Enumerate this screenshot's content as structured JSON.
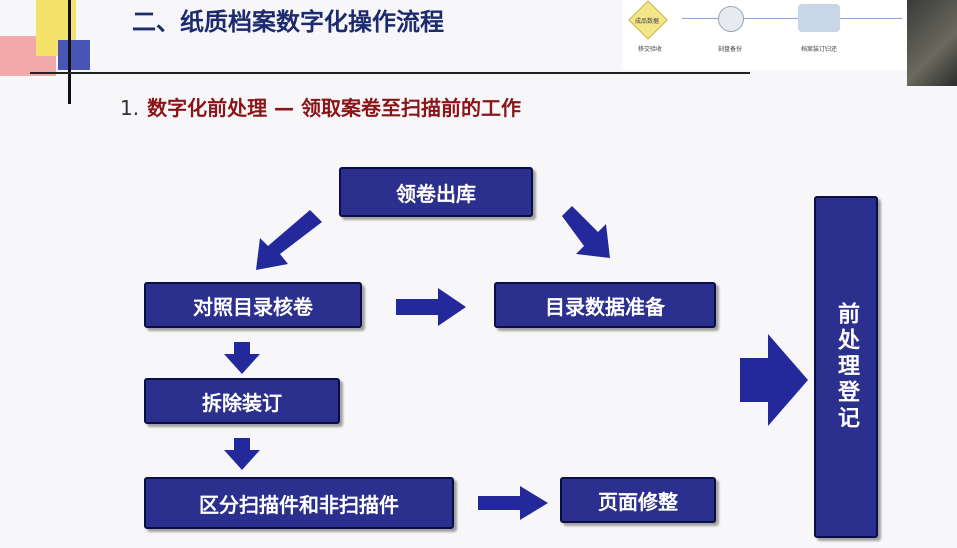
{
  "header": {
    "title": "二、纸质档案数字化操作流程"
  },
  "section": {
    "number": "1.",
    "title": "数字化前处理 — 领取案卷至扫描前的工作"
  },
  "thumbnail_strip": {
    "labels": [
      "成品数据",
      "移交验收",
      "刻盘备份",
      "档案装订归还"
    ]
  },
  "diagram": {
    "nodes": {
      "collect": "领卷出库",
      "check": "对照目录核卷",
      "catalog": "目录数据准备",
      "unbind": "拆除装订",
      "separate": "区分扫描件和非扫描件",
      "repair": "页面修整",
      "register": "前处理登记"
    }
  },
  "colors": {
    "box_fill": "#2b2f8e",
    "box_border": "#0b0e45",
    "arrow": "#23289a",
    "title": "#1e2a6e",
    "subtitle": "#8a1418"
  }
}
